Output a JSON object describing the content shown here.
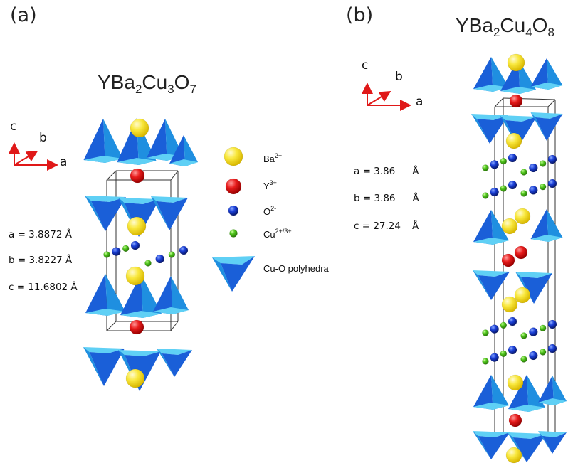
{
  "panel_a": {
    "label": "(a)",
    "formula": {
      "base1": "YBa",
      "n1": "2",
      "base2": "Cu",
      "n2": "3",
      "base3": "O",
      "n3": "7"
    },
    "axes": {
      "c": "c",
      "b": "b",
      "a": "a"
    },
    "params": [
      "a = 3.8872 Å",
      "b = 3.8227 Å",
      "c = 11.6802 Å"
    ]
  },
  "panel_b": {
    "label": "(b)",
    "formula": {
      "base1": "YBa",
      "n1": "2",
      "base2": "Cu",
      "n2": "4",
      "base3": "O",
      "n3": "8"
    },
    "axes": {
      "c": "c",
      "b": "b",
      "a": "a"
    },
    "params": [
      {
        "text": "a = 3.86",
        "unit": "Å"
      },
      {
        "text": "b = 3.86",
        "unit": "Å"
      },
      {
        "text": "c = 27.24",
        "unit": "Å"
      }
    ]
  },
  "legend": [
    {
      "ion": "Ba",
      "charge": "2+",
      "icon": "yellow-sphere-icon",
      "color": "#f7e23a"
    },
    {
      "ion": "Y",
      "charge": "3+",
      "icon": "red-sphere-icon",
      "color": "#e01818"
    },
    {
      "ion": "O",
      "charge": "2-",
      "icon": "blue-sphere-icon",
      "color": "#1a3fd6"
    },
    {
      "ion": "Cu",
      "charge": "2+/3+",
      "icon": "green-sphere-icon",
      "color": "#4fc31c"
    },
    {
      "ion": "Cu-O polyhedra",
      "charge": "",
      "icon": "polyhedron-icon",
      "color": "#1f8fe0"
    }
  ],
  "colors": {
    "axis_arrow": "#e01818",
    "polyhedron_dark": "#1a5fd8",
    "polyhedron_light": "#5fd0f5"
  }
}
